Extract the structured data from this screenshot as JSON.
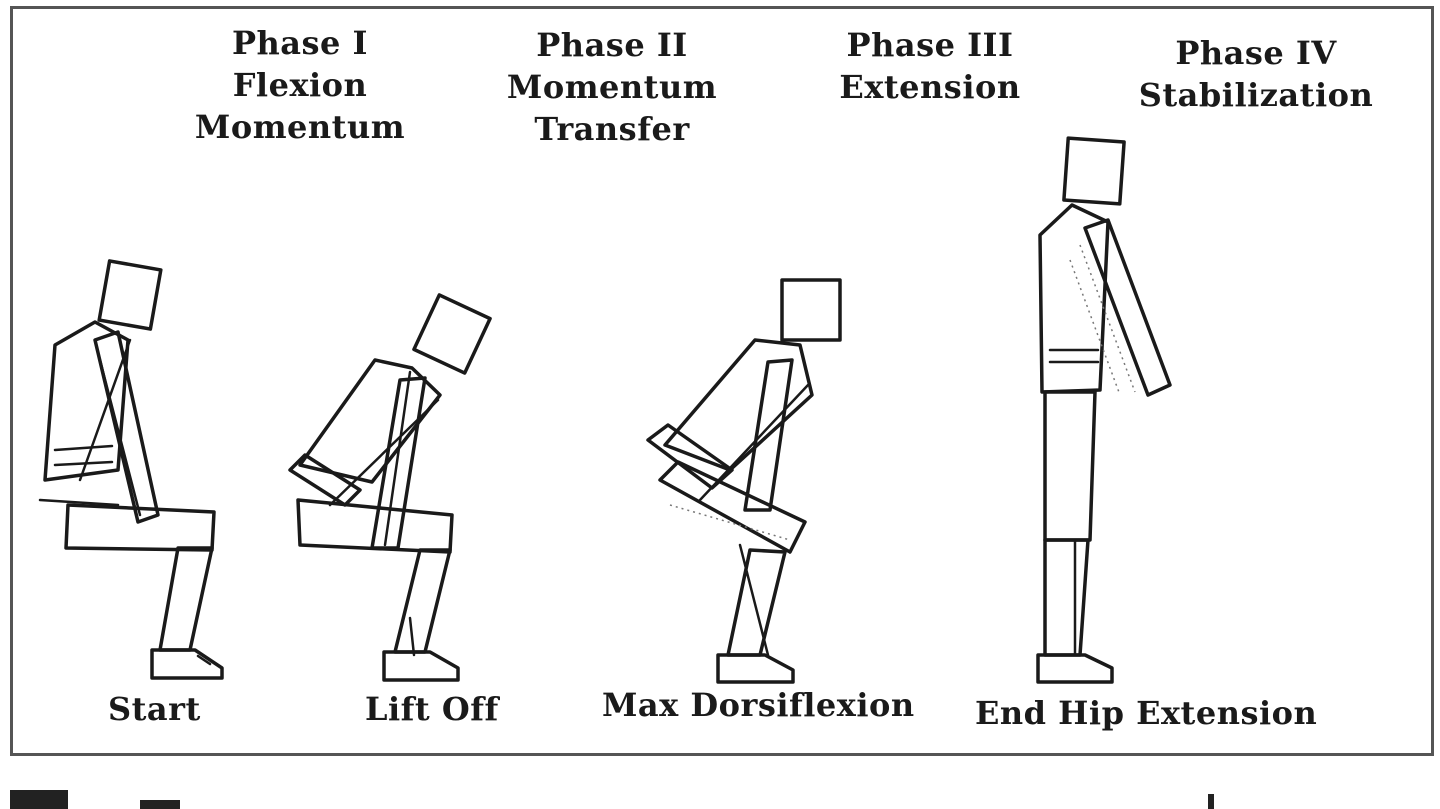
{
  "phases": [
    {
      "line1": "Phase I",
      "line2": "Flexion",
      "line3": "Momentum"
    },
    {
      "line1": "Phase II",
      "line2": "Momentum",
      "line3": "Transfer"
    },
    {
      "line1": "Phase III",
      "line2": "Extension",
      "line3": ""
    },
    {
      "line1": "Phase IV",
      "line2": "Stabilization",
      "line3": ""
    }
  ],
  "events": [
    "Start",
    "Lift Off",
    "Max Dorsiflexion",
    "End Hip Extension"
  ]
}
